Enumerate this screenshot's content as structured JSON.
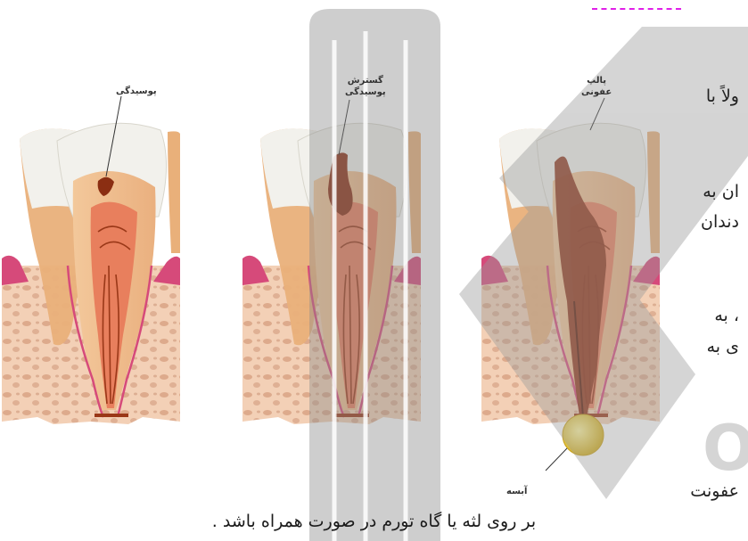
{
  "colors": {
    "enamel": "#f2f1ec",
    "dentin": "#f0c090",
    "pulp": "#e87f5d",
    "nerve": "#9a3818",
    "decay": "#8b2e12",
    "gum": "#d64a7a",
    "bone": "#f3d0b6",
    "abscess": "#e8d030",
    "watermark_grey": "#bdbdbd",
    "accent_dash": "#e020e8"
  },
  "figure": {
    "labels": {
      "caries": "پوسیدگی",
      "caries_spread_line1": "گسترش",
      "caries_spread_line2": "پوسیدگی",
      "infected_pulp_line1": "پالپ",
      "infected_pulp_line2": "عفونی",
      "abscess": "آبسه"
    }
  },
  "text": {
    "frag_1": "ولاً با",
    "frag_2": "ان به",
    "frag_3": "دندان",
    "frag_4": "، به",
    "frag_5": "ی به",
    "frag_6": "عفونت",
    "bottom_line": "بر روی لثه یا گاه تورم در صورت همراه باشد ."
  },
  "watermark": {
    "letter": "O"
  }
}
